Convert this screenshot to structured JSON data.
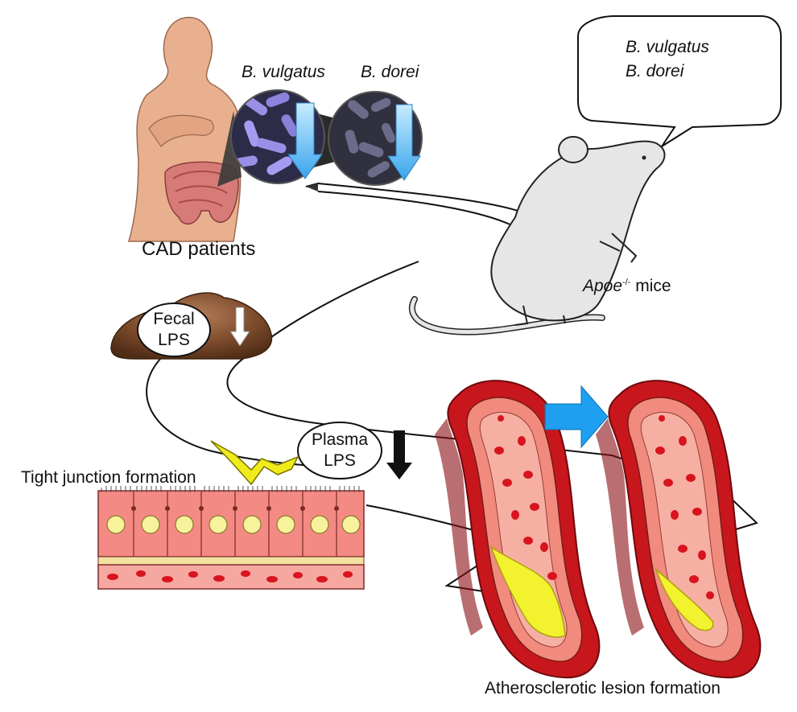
{
  "labels": {
    "bacteria_1": "B. vulgatus",
    "bacteria_2": "B. dorei",
    "bubble_line_1": "B. vulgatus",
    "bubble_line_2": "B. dorei",
    "cad_patients": "CAD patients",
    "mouse_name": "Apoe",
    "mouse_superscript": "-/-",
    "mouse_suffix": " mice",
    "fecal_line_1": "Fecal",
    "fecal_line_2": "LPS",
    "plasma_line_1": "Plasma",
    "plasma_line_2": "LPS",
    "tight_junction": "Tight junction formation",
    "lesion": "Atherosclerotic lesion formation"
  },
  "colors": {
    "skin": "#e8b08e",
    "skin_outline": "#9a6a50",
    "intestine": "#d77b78",
    "bacteria_bg": "#2c2c48",
    "bacteria_cell": "#9a8fe6",
    "down_arrow_blue": "#5ab6ee",
    "mouse": "#e6e6e6",
    "feces": "#7a4a2a",
    "vessel_outer": "#c8161d",
    "vessel_wall": "#f08b7e",
    "vessel_lumen": "#f6b0a3",
    "rbc": "#d8141e",
    "plaque": "#f2f22e",
    "tissue": "#f48a84",
    "nucleus": "#f7f29c",
    "right_arrow": "#1e9ff0"
  },
  "icons": [
    "human-figure-icon",
    "bacteria-circle-icon",
    "mouse-icon",
    "feces-icon",
    "epithelium-icon",
    "blood-vessel-icon",
    "down-arrow-icon",
    "right-arrow-icon",
    "lightning-arrow-icon"
  ]
}
